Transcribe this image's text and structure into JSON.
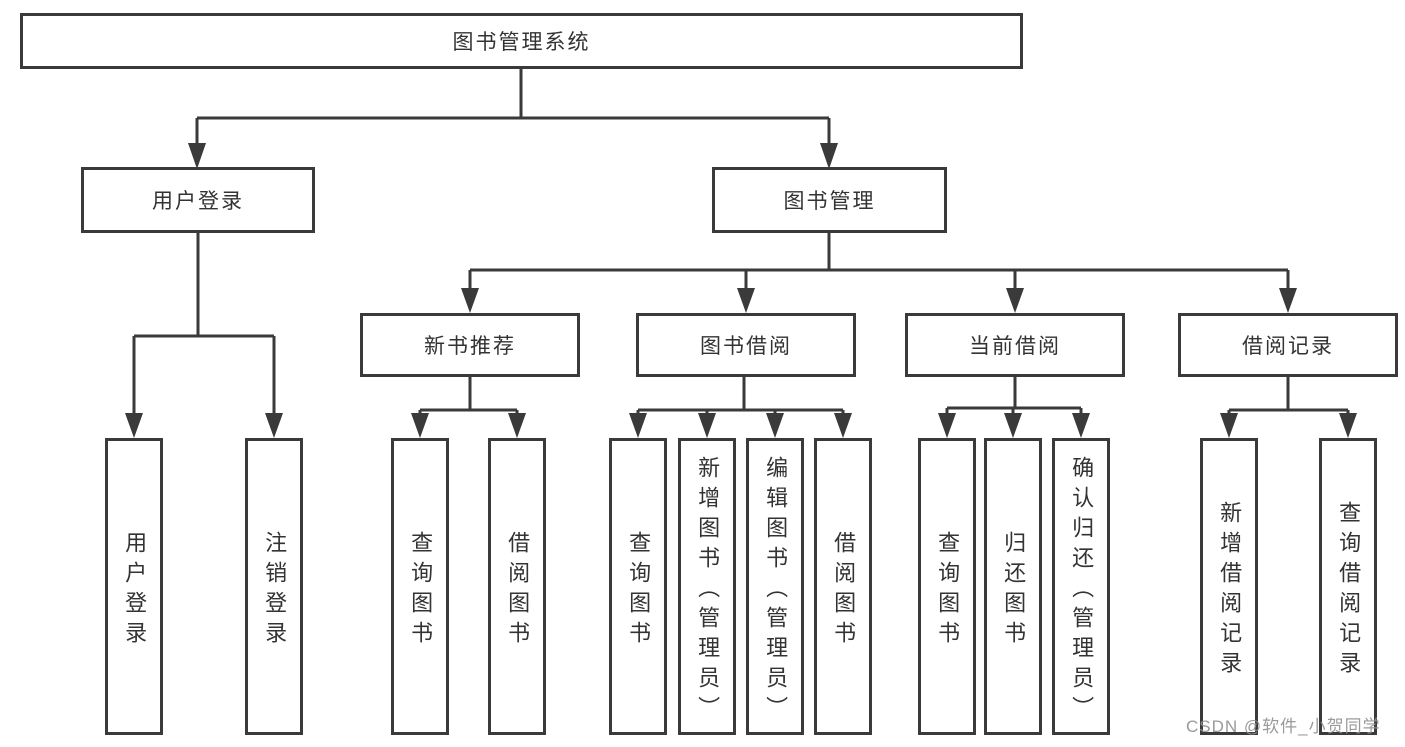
{
  "root": {
    "label": "图书管理系统"
  },
  "level1": [
    {
      "label": "用户登录",
      "parent": "图书管理系统"
    },
    {
      "label": "图书管理",
      "parent": "图书管理系统"
    }
  ],
  "level2": [
    {
      "label": "新书推荐",
      "parent": "图书管理"
    },
    {
      "label": "图书借阅",
      "parent": "图书管理"
    },
    {
      "label": "当前借阅",
      "parent": "图书管理"
    },
    {
      "label": "借阅记录",
      "parent": "图书管理"
    }
  ],
  "leaves": [
    {
      "label": "用户登录",
      "parent": "用户登录"
    },
    {
      "label": "注销登录",
      "parent": "用户登录"
    },
    {
      "label": "查询图书",
      "parent": "新书推荐"
    },
    {
      "label": "借阅图书",
      "parent": "新书推荐"
    },
    {
      "label": "查询图书",
      "parent": "图书借阅"
    },
    {
      "label": "新增图书（管理员）",
      "parent": "图书借阅"
    },
    {
      "label": "编辑图书（管理员）",
      "parent": "图书借阅"
    },
    {
      "label": "借阅图书",
      "parent": "图书借阅"
    },
    {
      "label": "查询图书",
      "parent": "当前借阅"
    },
    {
      "label": "归还图书",
      "parent": "当前借阅"
    },
    {
      "label": "确认归还（管理员）",
      "parent": "当前借阅"
    },
    {
      "label": "新增借阅记录",
      "parent": "借阅记录"
    },
    {
      "label": "查询借阅记录",
      "parent": "借阅记录"
    }
  ],
  "watermark": "CSDN @软件_小贺同学",
  "colors": {
    "line": "#3a3a3a",
    "text": "#333333",
    "box_background": "#ffffff",
    "watermark": "#919191"
  }
}
